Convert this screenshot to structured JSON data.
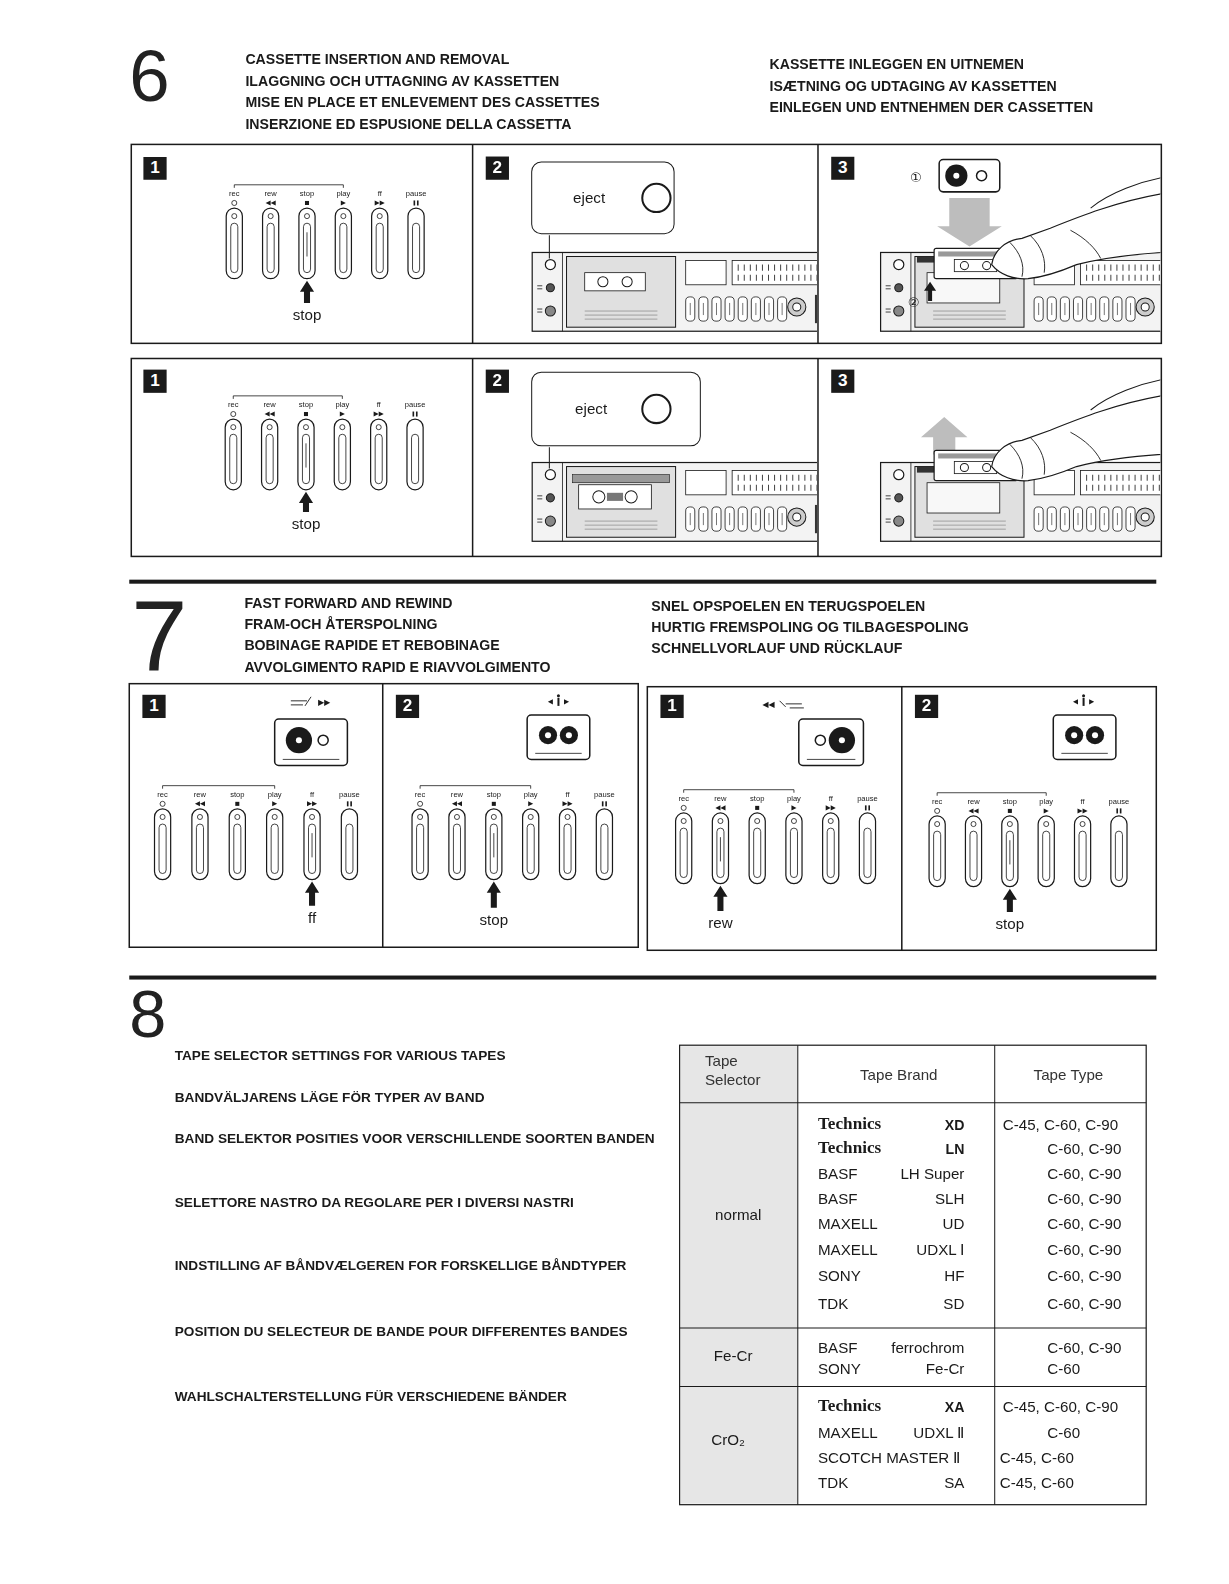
{
  "diagram": {
    "nodes": [
      {
        "text": [
          "1"
        ]
      },
      {
        "text": [
          "2"
        ]
      },
      {
        "text": [
          "eject"
        ]
      },
      {
        "text": [
          "3"
        ]
      },
      {
        "text": [
          "1"
        ]
      },
      {
        "text": [
          "2"
        ]
      },
      {
        "text": [
          "eject"
        ]
      },
      {
        "text": [
          "3"
        ]
      },
      {
        "text": [
          "1"
        ]
      },
      {
        "text": [
          "2"
        ]
      },
      {
        "text": [
          "1"
        ]
      },
      {
        "text": [
          "2"
        ]
      }
    ],
    "labels": [
      "6",
      "CASSETTE INSERTION AND REMOVAL",
      "ILAGGNING OCH UTTAGNING AV KASSETTEN",
      "MISE EN PLACE ET ENLEVEMENT DES CASSETTES",
      "INSERZIONE ED ESPUSIONE DELLA CASSETTA",
      "KASSETTE INLEGGEN EN UITNEMEN",
      "ISÆTNING OG UDTAGING AV KASSETTEN",
      "EINLEGEN UND ENTNEHMEN DER CASSETTEN",
      "rec",
      "rew",
      "stop",
      "play",
      "ff",
      "pause",
      "stop",
      "①",
      "②",
      "rec",
      "rew",
      "stop",
      "play",
      "ff",
      "pause",
      "stop",
      "7",
      "FAST FORWARD AND REWIND",
      "FRAM-OCH ÅTERSPOLNING",
      "BOBINAGE RAPIDE ET REBOBINAGE",
      "AVVOLGIMENTO RAPID E RIAVVOLGIMENTO",
      "SNEL OPSPOELEN EN TERUGSPOELEN",
      "HURTIG FREMSPOLING OG TILBAGESPOLING",
      "SCHNELLVORLAUF UND RÜCKLAUF",
      "rec",
      "rew",
      "stop",
      "play",
      "ff",
      "pause",
      "ff",
      "rec",
      "rew",
      "stop",
      "play",
      "ff",
      "pause",
      "stop",
      "rec",
      "rew",
      "stop",
      "play",
      "ff",
      "pause",
      "rew",
      "rec",
      "rew",
      "stop",
      "play",
      "ff",
      "pause",
      "stop",
      "8",
      "TAPE SELECTOR SETTINGS FOR VARIOUS TAPES",
      "BANDVÄLJARENS LÄGE FÖR TYPER AV BAND",
      "BAND SELEKTOR POSITIES VOOR VERSCHILLENDE SOORTEN BANDEN",
      "SELETTORE NASTRO DA REGOLARE PER I DIVERSI NASTRI",
      "INDSTILLING AF BÅNDVÆLGEREN FOR FORSKELLIGE BÅNDTYPER",
      "POSITION DU SELECTEUR DE BANDE POUR DIFFERENTES BANDES",
      "WAHLSCHALTERSTELLUNG FÜR VERSCHIEDENE BÄNDER",
      "Tape Selector",
      "Tape Brand",
      "Tape Type",
      "normal",
      "Technics",
      "XD",
      "C-45, C-60, C-90",
      "Technics",
      "LN",
      "C-60, C-90",
      "BASF",
      "LH Super",
      "C-60, C-90",
      "BASF",
      "SLH",
      "C-60, C-90",
      "MAXELL",
      "UD",
      "C-60, C-90",
      "MAXELL",
      "UDXL Ⅰ",
      "C-60, C-90",
      "SONY",
      "HF",
      "C-60, C-90",
      "TDK",
      "SD",
      "C-60, C-90",
      "Fe-Cr",
      "BASF",
      "ferrochrom",
      "C-60, C-90",
      "SONY",
      "Fe-Cr",
      "C-60",
      "CrO₂",
      "Technics",
      "XA",
      "C-45, C-60, C-90",
      "MAXELL",
      "UDXL Ⅱ",
      "C-60",
      "SCOTCH MASTER Ⅱ",
      "C-45, C-60",
      "TDK",
      "SA",
      "C-45, C-60"
    ]
  }
}
